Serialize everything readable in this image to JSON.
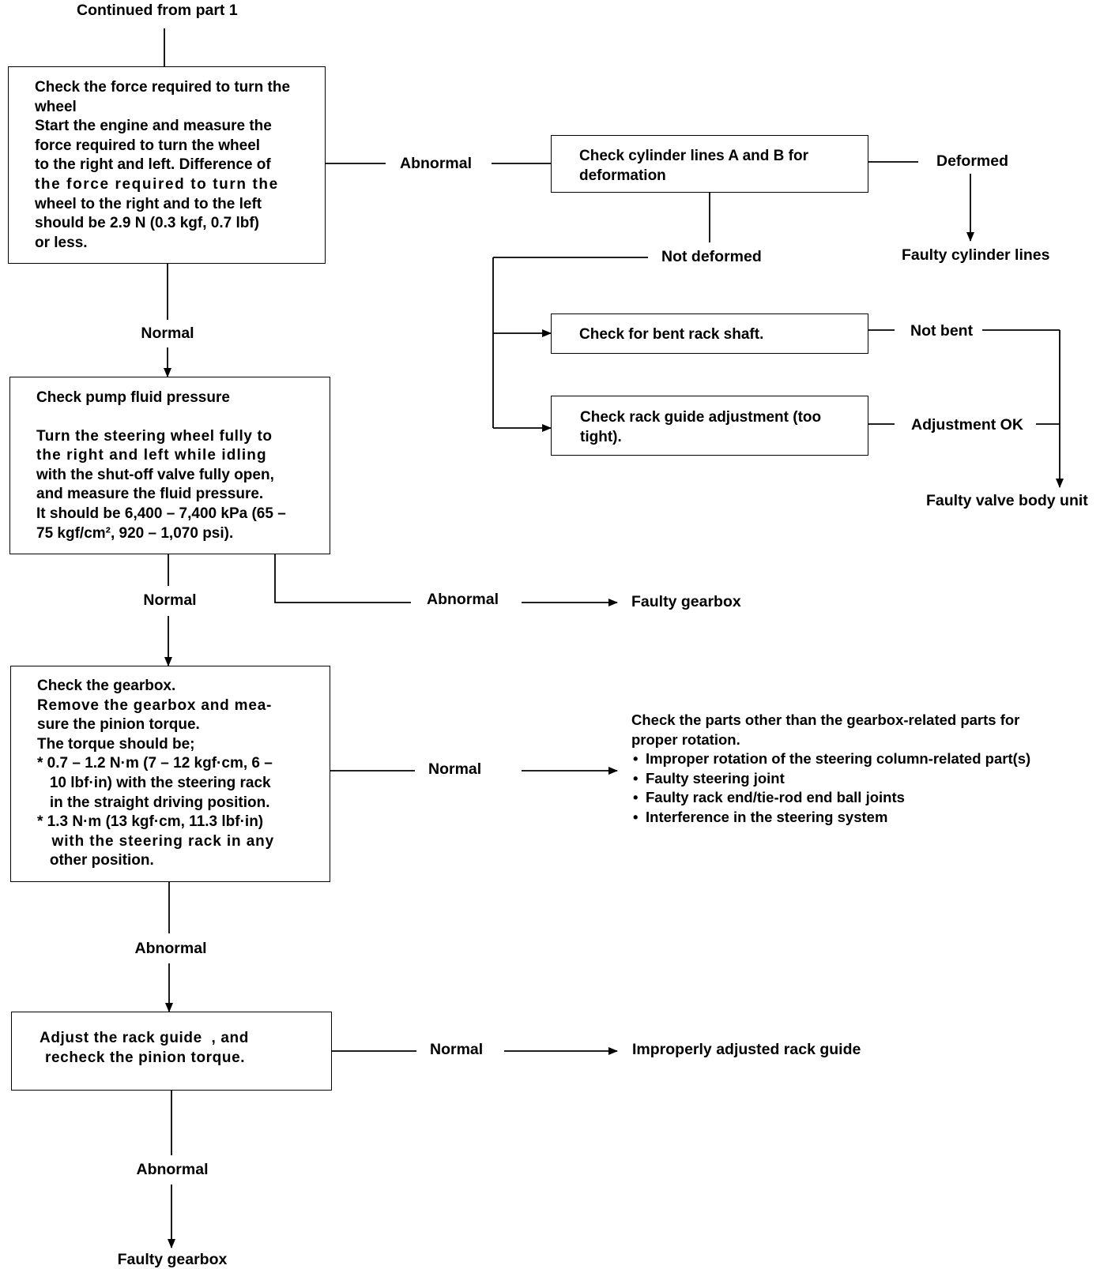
{
  "header": {
    "continued": "Continued from part 1"
  },
  "box_force": {
    "title": "Check the force required to turn the wheel",
    "lines": [
      "Start the engine and measure the",
      "force required to turn the wheel",
      "to the right and left. Difference of",
      "the force required to turn the",
      "wheel to the right and to the left",
      "should be 2.9 N (0.3 kgf, 0.7 lbf)",
      "or less."
    ]
  },
  "box_cylinder": {
    "text": "Check cylinder lines A and B for deformation"
  },
  "box_bent": {
    "text": "Check for bent rack shaft."
  },
  "box_guide": {
    "text": "Check rack guide adjustment (too tight)."
  },
  "box_pump": {
    "title": "Check pump fluid pressure",
    "lines": [
      "Turn the steering wheel fully to",
      "the right and left while idling",
      "with the shut-off valve fully open,",
      "and measure the fluid pressure.",
      "It should be 6,400 – 7,400 kPa (65 –",
      "75 kgf/cm², 920 – 1,070 psi)."
    ]
  },
  "box_gearbox": {
    "lines": [
      "Check the gearbox.",
      "Remove the gearbox and mea-",
      "sure the pinion torque.",
      "The torque should be;",
      "* 0.7 – 1.2 N·m (7 – 12 kgf·cm, 6 –",
      "   10 lbf·in) with the steering rack",
      "   in the straight driving position.",
      "* 1.3 N·m (13 kgf·cm, 11.3 lbf·in)",
      "   with the steering rack in any",
      "   other position."
    ]
  },
  "box_adjust": {
    "lines": [
      "Adjust the rack guide  , and",
      "recheck the pinion torque."
    ]
  },
  "labels": {
    "abnormal_1": "Abnormal",
    "deformed": "Deformed",
    "faulty_cylinder_lines": "Faulty cylinder lines",
    "not_deformed": "Not deformed",
    "normal_1": "Normal",
    "not_bent": "Not bent",
    "adjustment_ok": "Adjustment OK",
    "faulty_valve_body_unit": "Faulty valve body unit",
    "normal_2": "Normal",
    "abnormal_2": "Abnormal",
    "faulty_gearbox_1": "Faulty gearbox",
    "normal_3": "Normal",
    "abnormal_3": "Abnormal",
    "normal_4": "Normal",
    "improperly_adjusted": "Improperly adjusted rack guide",
    "abnormal_4": "Abnormal",
    "faulty_gearbox_2": "Faulty gearbox"
  },
  "other_parts": {
    "intro": [
      "Check the parts other than the gearbox-related parts for",
      "proper rotation."
    ],
    "items": [
      "Improper rotation of the steering column-related part(s)",
      "Faulty steering joint",
      "Faulty rack end/tie-rod end ball joints",
      "Interference in the steering system"
    ]
  }
}
